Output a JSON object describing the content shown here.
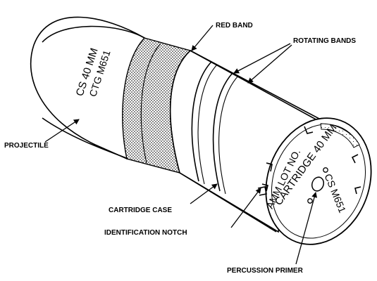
{
  "callouts": {
    "red_band": "RED BAND",
    "rotating_bands": "ROTATING BANDS",
    "projectile": "PROJECTILE",
    "cartridge_case": "CARTRIDGE CASE",
    "identification_notch": "IDENTIFICATION NOTCH",
    "percussion_primer": "PERCUSSION PRIMER"
  },
  "body_marking": {
    "line1": "CS 40 MM",
    "line2": "CTG M651"
  },
  "base_marking": {
    "lot": "AMM LOT NO.",
    "cartridge": "CARTRIDGE 40 MM",
    "designation": "CS M651"
  },
  "colors": {
    "ink": "#000000",
    "paper": "#ffffff"
  }
}
